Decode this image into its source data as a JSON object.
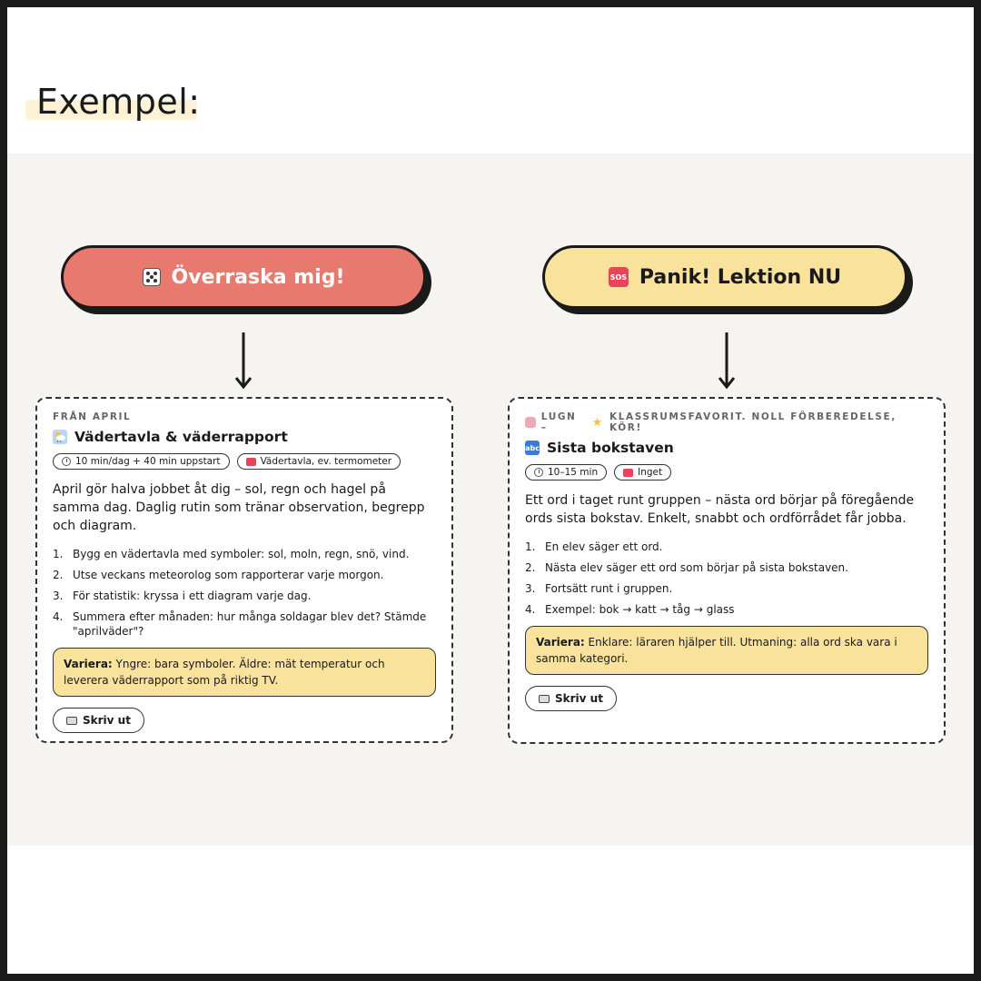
{
  "heading": "Exempel:",
  "buttons": {
    "surprise_label": "Överraska mig!",
    "surprise_icon": "dice-icon",
    "panic_label": "Panik! Lektion NU",
    "panic_icon": "sos-icon"
  },
  "colors": {
    "surprise_bg": "#e8796f",
    "panic_bg": "#f8e29c",
    "band_bg": "#f5f4f0",
    "variera_bg": "#f8e29c"
  },
  "card_left": {
    "kicker": "FRÅN APRIL",
    "title": "Vädertavla & väderrapport",
    "title_icon": "weather-icon",
    "tags": [
      "10 min/dag + 40 min uppstart",
      "Vädertavla, ev. termometer"
    ],
    "description": "April gör halva jobbet åt dig – sol, regn och hagel på samma dag. Daglig rutin som tränar observation, begrepp och diagram.",
    "steps": [
      "Bygg en vädertavla med symboler: sol, moln, regn, snö, vind.",
      "Utse veckans meteorolog som rapporterar varje morgon.",
      "För statistik: kryssa i ett diagram varje dag.",
      "Summera efter månaden: hur många soldagar blev det? Stämde \"aprilväder\"?"
    ],
    "variera_label": "Variera:",
    "variera_text": "Yngre: bara symboler. Äldre: mät temperatur och leverera väderrapport som på riktig TV.",
    "print_label": "Skriv ut"
  },
  "card_right": {
    "kicker_a": "LUGN –",
    "kicker_b": "KLASSRUMSFAVORIT. NOLL FÖRBEREDELSE, KÖR!",
    "title": "Sista bokstaven",
    "title_icon": "abc-icon",
    "tags": [
      "10–15 min",
      "Inget"
    ],
    "description": "Ett ord i taget runt gruppen – nästa ord börjar på föregående ords sista bokstav. Enkelt, snabbt och ordförrådet får jobba.",
    "steps": [
      "En elev säger ett ord.",
      "Nästa elev säger ett ord som börjar på sista bokstaven.",
      "Fortsätt runt i gruppen.",
      "Exempel: bok → katt → tåg → glass"
    ],
    "variera_label": "Variera:",
    "variera_text": "Enklare: läraren hjälper till. Utmaning: alla ord ska vara i samma kategori.",
    "print_label": "Skriv ut"
  }
}
